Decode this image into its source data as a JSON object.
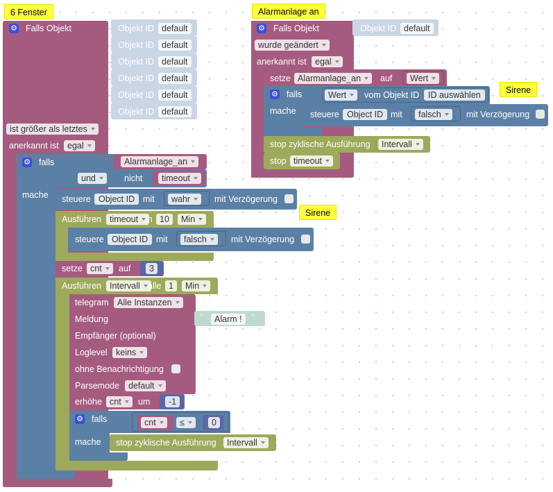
{
  "comments": {
    "fenster": "6 Fenster",
    "alarmanlage": "Alarmanlage an",
    "sirene1": "Sirene",
    "sirene2": "Sirene"
  },
  "left": {
    "trigger_label": "Falls Objekt",
    "objects": [
      {
        "label": "Objekt ID",
        "value": "default"
      },
      {
        "label": "Objekt ID",
        "value": "default"
      },
      {
        "label": "Objekt ID",
        "value": "default"
      },
      {
        "label": "Objekt ID",
        "value": "default"
      },
      {
        "label": "Objekt ID",
        "value": "default"
      },
      {
        "label": "Objekt ID",
        "value": "default"
      }
    ],
    "condition": "ist größer als letztes",
    "ack_label": "anerkannt ist",
    "ack_value": "egal",
    "if_label": "falls",
    "do_label": "mache",
    "var_alarm": "Alarmanlage_an",
    "and_label": "und",
    "not_label": "nicht",
    "var_timeout": "timeout",
    "control_label": "steuere",
    "object_id": "Object ID",
    "with_label": "mit",
    "value_true": "wahr",
    "delay_label": "mit Verzögerung",
    "exec_label": "Ausführen",
    "in_label": "in",
    "timeout_value": "10",
    "unit_min": "Min",
    "value_false": "falsch",
    "set_label": "setze",
    "var_cnt": "cnt",
    "to_label": "auf",
    "cnt_value": "3",
    "var_interval": "Intervall",
    "every_label": "alle",
    "interval_value": "1",
    "telegram_label": "telegram",
    "telegram_value": "Alle Instanzen",
    "message_label": "Meldung",
    "message_text": "Alarm !",
    "recipient_label": "Empfänger (optional)",
    "loglevel_label": "Loglevel",
    "loglevel_value": "keins",
    "silent_label": "ohne Benachrichtigung",
    "parsemode_label": "Parsemode",
    "parsemode_value": "default",
    "increase_label": "erhöhe",
    "by_label": "um",
    "increase_value": "-1",
    "compare_op": "≤",
    "compare_value": "0",
    "stop_cyclic_label": "stop zyklische Ausführung"
  },
  "right": {
    "trigger_label": "Falls Objekt",
    "object_label": "Objekt ID",
    "object_value": "default",
    "changed_value": "wurde geändert",
    "ack_label": "anerkannt ist",
    "ack_value": "egal",
    "set_label": "setze",
    "var_alarm": "Alarmanlage_an",
    "to_label": "auf",
    "value_label": "Wert",
    "if_label": "falls",
    "from_object_label": "vom Objekt ID",
    "select_id": "ID auswählen",
    "do_label": "mache",
    "control_label": "steuere",
    "object_id": "Object ID",
    "with_label": "mit",
    "value_false": "falsch",
    "delay_label": "mit Verzögerung",
    "stop_cyclic_label": "stop zyklische Ausführung",
    "var_interval": "Intervall",
    "stop_label": "stop",
    "var_timeout": "timeout"
  }
}
